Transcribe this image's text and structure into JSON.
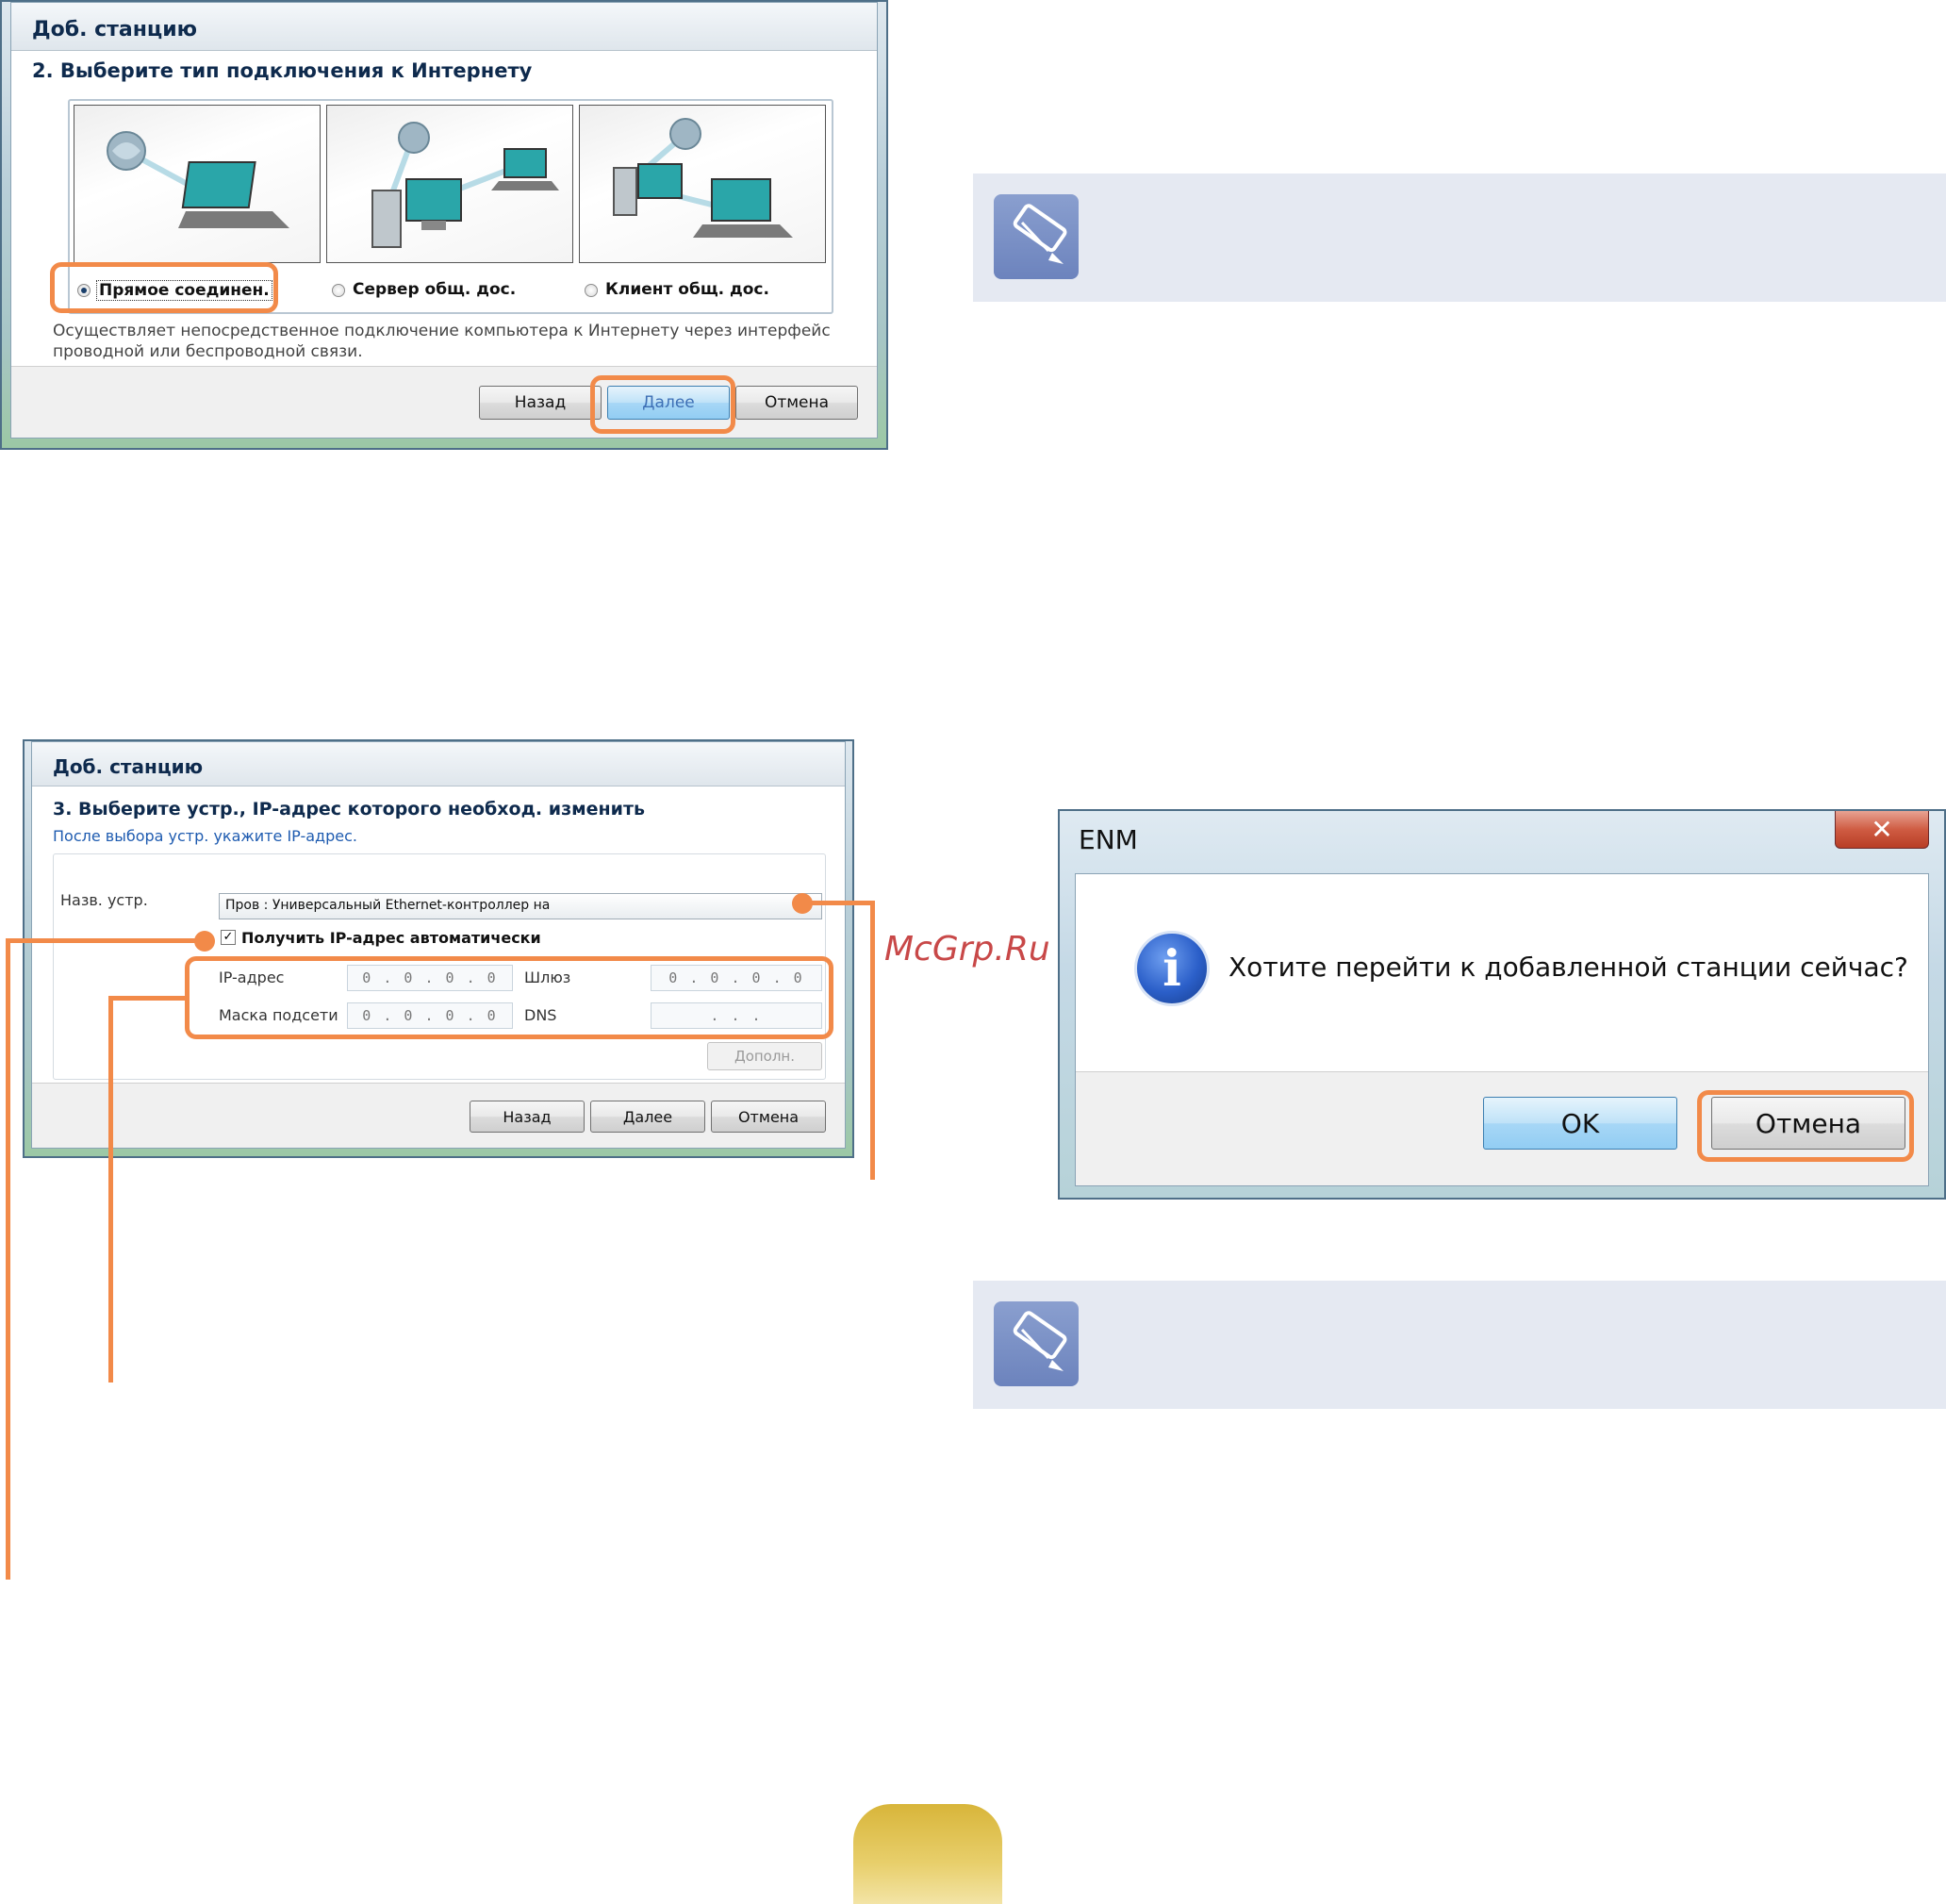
{
  "dialog1": {
    "title": "Доб. станцию",
    "heading": "2. Выберите тип подключения к Интернету",
    "options": [
      {
        "label": "Прямое соединен.",
        "selected": true
      },
      {
        "label": "Сервер общ. дос.",
        "selected": false
      },
      {
        "label": "Клиент общ. дос.",
        "selected": false
      }
    ],
    "description_line1": "Осуществляет непосредственное подключение компьютера к Интернету через интерфейс",
    "description_line2": "проводной или беспроводной связи.",
    "buttons": {
      "back": "Назад",
      "next": "Далее",
      "cancel": "Отмена"
    }
  },
  "dialog2": {
    "title": "Доб. станцию",
    "heading": "3. Выберите устр., IP-адрес которого необход. изменить",
    "subheading": "После выбора устр. укажите IP-адрес.",
    "device_label": "Назв. устр.",
    "device_value": "Пров : Универсальный Ethernet-контроллер на",
    "auto_ip_label": "Получить IP-адрес автоматически",
    "auto_ip_checked": true,
    "fields": {
      "ip_label": "IP-адрес",
      "ip_value": "0 . 0 . 0 . 0",
      "mask_label": "Маска подсети",
      "mask_value": "0 . 0 . 0 . 0",
      "gateway_label": "Шлюз",
      "gateway_value": "0 . 0 . 0 . 0",
      "dns_label": "DNS",
      "dns_value": ". . ."
    },
    "advanced_button": "Дополн.",
    "buttons": {
      "back": "Назад",
      "next": "Далее",
      "cancel": "Отмена"
    }
  },
  "dialog3": {
    "title": "ENM",
    "message": "Хотите перейти к добавленной станции сейчас?",
    "buttons": {
      "ok": "OK",
      "cancel": "Отмена"
    }
  },
  "watermark": "McGrp.Ru",
  "colors": {
    "highlight": "#f28a49",
    "note_bg": "#e5e9f2",
    "note_icon": "#7b90c7",
    "title_text": "#0e2a4d",
    "page_tab": "#d8b53a"
  }
}
